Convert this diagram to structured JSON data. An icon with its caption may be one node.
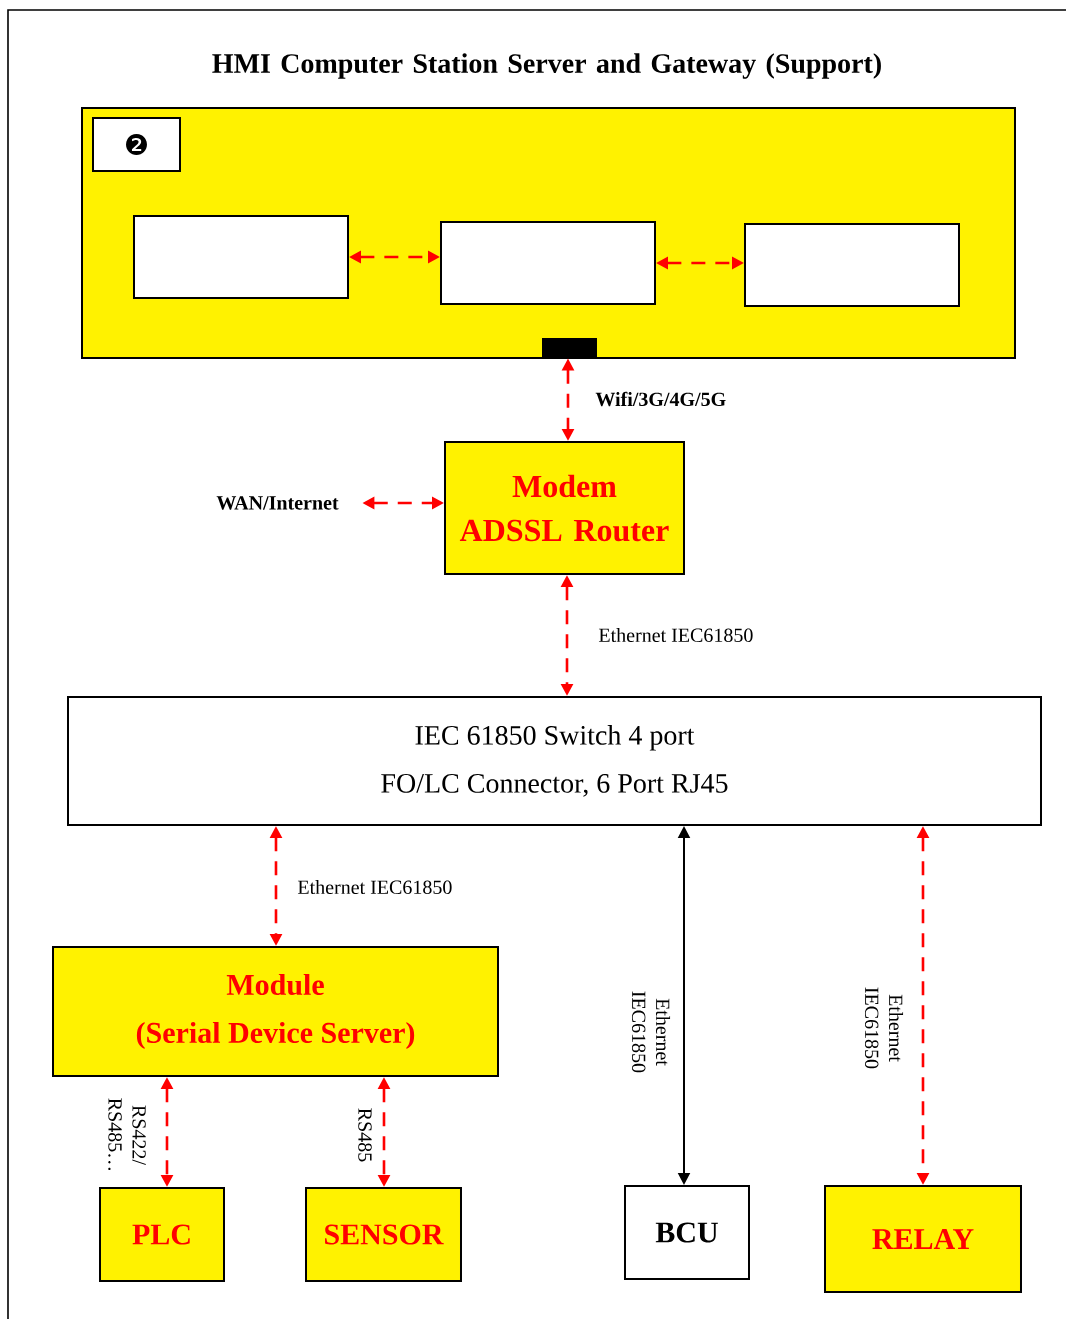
{
  "diagram": {
    "title": "HMI Computer Station Server and Gateway (Support)",
    "nodes": [
      {
        "text": [],
        "shape": "box"
      },
      {
        "text": [
          "❷"
        ],
        "in": 0
      },
      {
        "text": [],
        "shape": "box",
        "in": 0
      },
      {
        "text": [],
        "shape": "box",
        "in": 0
      },
      {
        "text": [],
        "shape": "box",
        "in": 0
      },
      {
        "text": [],
        "shape": "bar",
        "in": 0
      },
      {
        "text": [
          "Modem ADSSL Router"
        ]
      },
      {
        "text": [
          "WAN/Internet"
        ]
      },
      {
        "text": [
          "IEC 61850 Switch 4 port",
          "FO/LC Connector, 6 Port RJ45"
        ]
      },
      {
        "text": [
          "Module",
          "(Serial Device Server)"
        ]
      },
      {
        "text": [
          "PLC"
        ]
      },
      {
        "text": [
          "SENSOR"
        ]
      },
      {
        "text": [
          "BCU"
        ]
      },
      {
        "text": [
          "RELAY"
        ]
      }
    ],
    "edges": [
      {
        "from": 2,
        "to": 3,
        "arrow": "both",
        "style": "dashed"
      },
      {
        "from": 3,
        "to": 4,
        "arrow": "both",
        "style": "dashed"
      },
      {
        "from": 5,
        "to": 6,
        "arrow": "both",
        "style": "dashed",
        "label": "Wifi/3G/4G/5G"
      },
      {
        "from": 7,
        "to": 6,
        "arrow": "both",
        "style": "dashed"
      },
      {
        "from": 6,
        "to": 8,
        "arrow": "both",
        "style": "dashed",
        "label": "Ethernet IEC61850"
      },
      {
        "from": 8,
        "to": 9,
        "arrow": "both",
        "style": "dashed",
        "label": "Ethernet IEC61850"
      },
      {
        "from": 9,
        "to": 10,
        "arrow": "both",
        "style": "dashed",
        "label": "RS422/ RS485…"
      },
      {
        "from": 9,
        "to": 11,
        "arrow": "both",
        "style": "dashed",
        "label": "RS485"
      },
      {
        "from": 8,
        "to": 12,
        "arrow": "both",
        "color": "#000000",
        "label": "Ethernet IEC61850"
      },
      {
        "from": 8,
        "to": 13,
        "arrow": "both",
        "style": "dashed",
        "label": "Ethernet IEC61850"
      }
    ]
  }
}
